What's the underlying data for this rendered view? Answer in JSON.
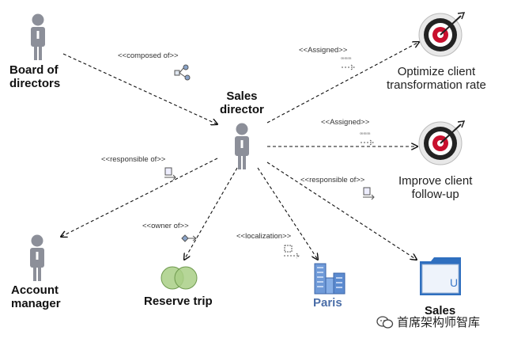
{
  "nodes": {
    "board": {
      "line1": "Board of",
      "line2": "directors",
      "icon": "user-icon"
    },
    "sales_director": {
      "line1": "Sales",
      "line2": "director",
      "icon": "user-icon"
    },
    "account_manager": {
      "line1": "Account",
      "line2": "manager",
      "icon": "user-icon"
    },
    "goal_optimize": {
      "line1": "Optimize client",
      "line2": "transformation rate",
      "icon": "target-icon"
    },
    "goal_improve": {
      "line1": "Improve client",
      "line2": "follow-up",
      "icon": "target-icon"
    },
    "reserve_trip": {
      "label": "Reserve trip",
      "icon": "process-icon"
    },
    "paris": {
      "label": "Paris",
      "icon": "building-icon"
    },
    "sales_app": {
      "line1": "Sales",
      "icon": "application-window-icon"
    }
  },
  "relations": {
    "composed_of": "<<composed of>>",
    "assigned_1": "<<Assigned>>",
    "assigned_2": "<<Assigned>>",
    "responsible_left": "<<responsible of>>",
    "responsible_right": "<<responsible of>>",
    "owner_of": "<<owner of>>",
    "localization": "<<localization>>"
  },
  "watermark": {
    "text": "首席架构师智库",
    "icon": "wechat-icon"
  },
  "colors": {
    "edge": "#111111",
    "actor": "#8c8f99",
    "target_red": "#c8102e",
    "process_green": "#9cc27a",
    "app_blue": "#3a78c9"
  }
}
